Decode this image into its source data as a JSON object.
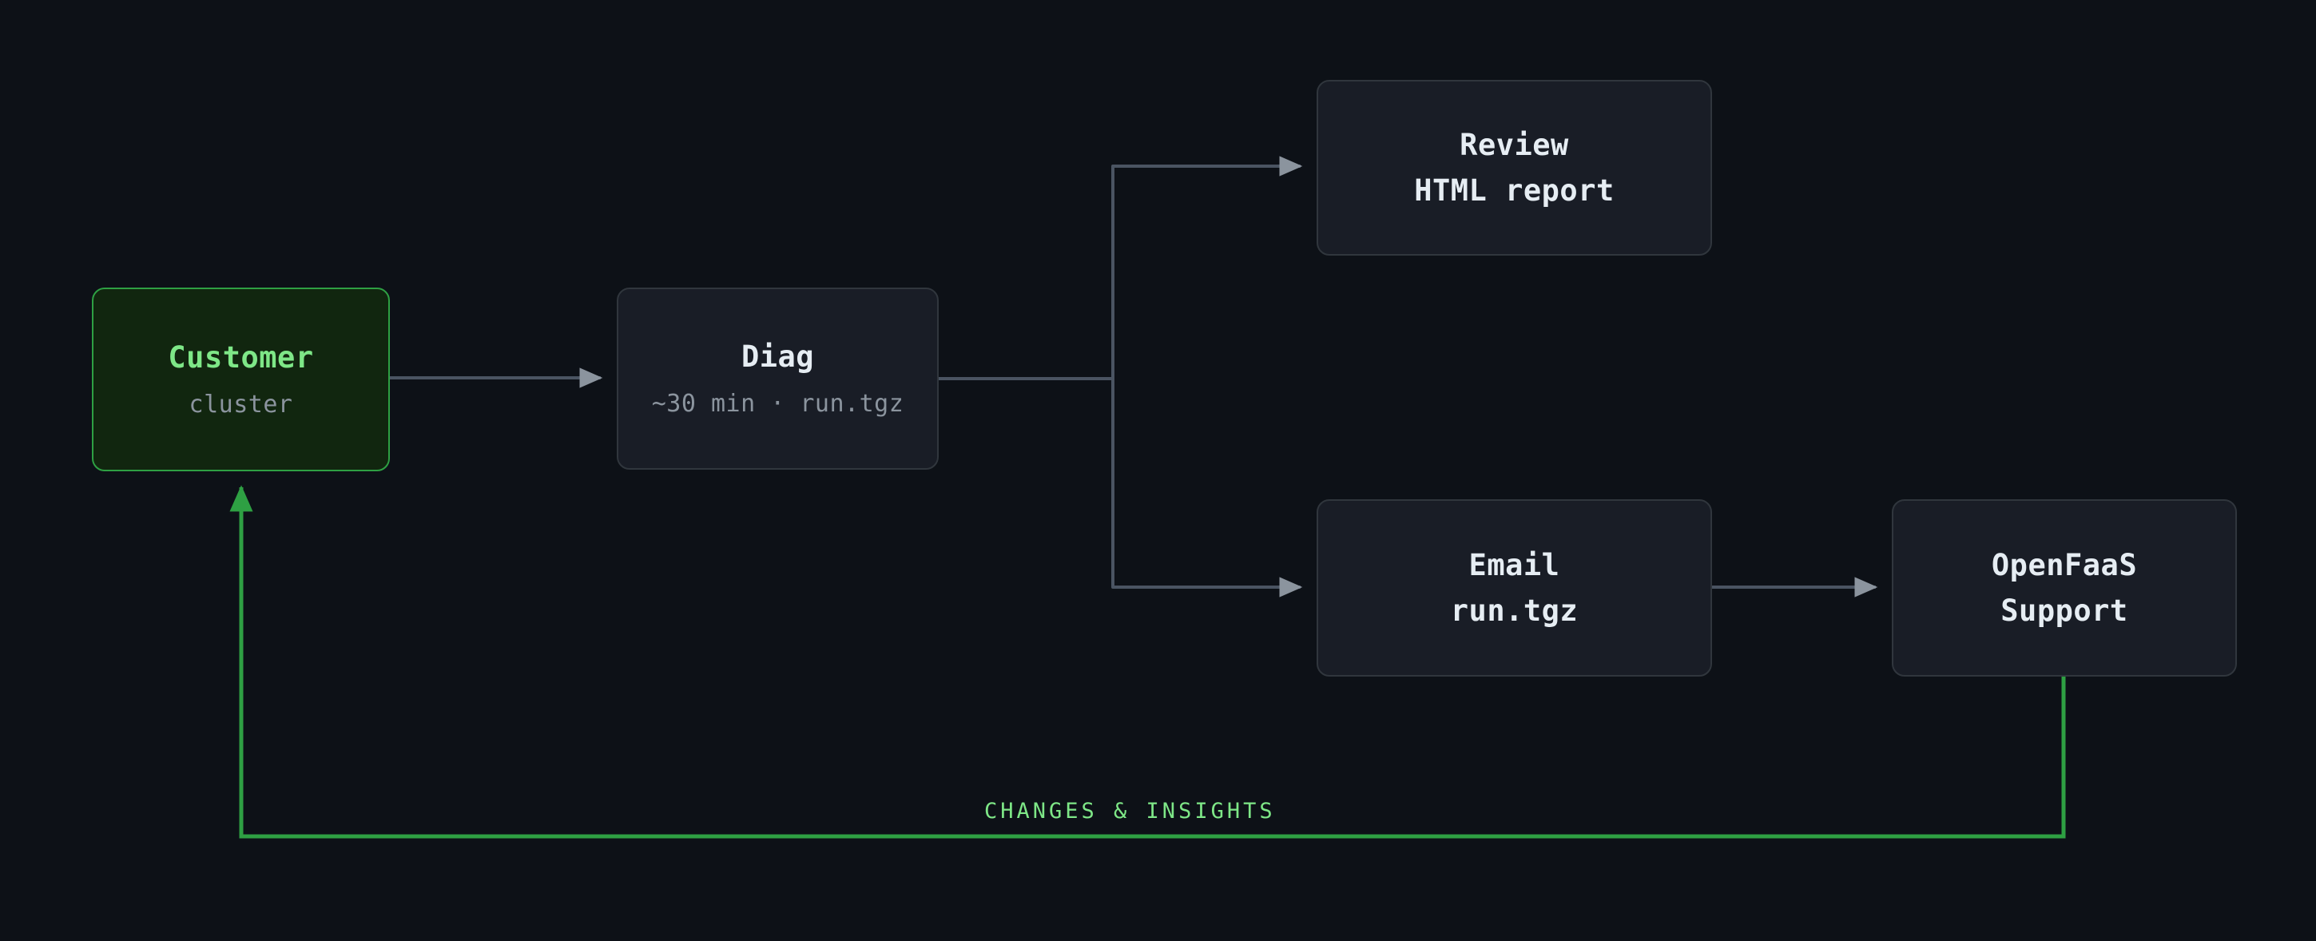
{
  "diagram": {
    "background_color": "#0d1117",
    "node_fill": "#191d26",
    "node_border": "#30363d",
    "accent_fill": "#11260f",
    "accent_border": "#2ea043",
    "accent_text": "#7ee787",
    "edge_color": "#4a5462",
    "feedback_color": "#2ea043",
    "nodes": {
      "customer": {
        "title": "Customer",
        "subtitle": "cluster"
      },
      "diag": {
        "title": "Diag",
        "subtitle": "~30 min · run.tgz"
      },
      "review": {
        "title": "Review",
        "line2": "HTML report"
      },
      "email": {
        "title": "Email",
        "line2": "run.tgz"
      },
      "openfaas": {
        "title": "OpenFaaS",
        "line2": "Support"
      }
    },
    "edges": {
      "feedback_label": "CHANGES & INSIGHTS"
    }
  }
}
